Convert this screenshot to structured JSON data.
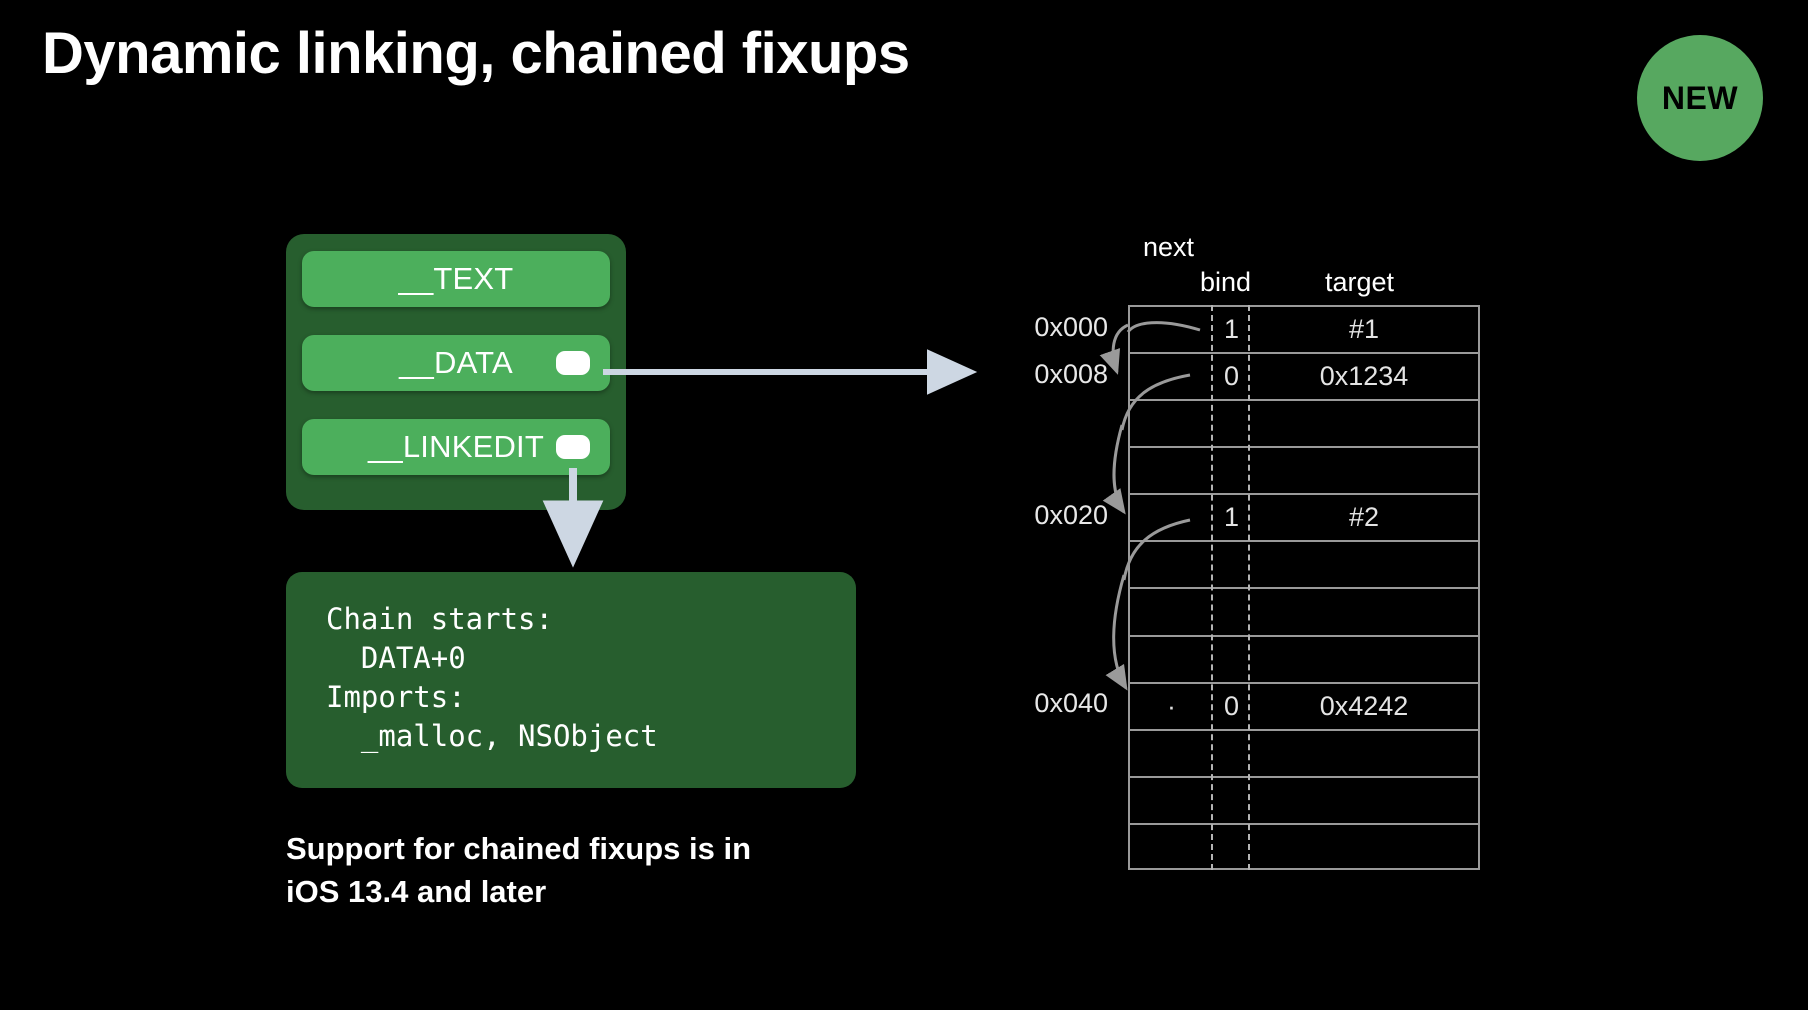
{
  "slide": {
    "title": "Dynamic linking, chained fixups",
    "background_color": "#000000",
    "badge": {
      "label": "NEW",
      "color": "#57A860",
      "text_color": "#000000"
    }
  },
  "segments": {
    "container_color": "#275E2E",
    "row_color": "#4CAF5C",
    "items": [
      {
        "label": "__TEXT",
        "has_connector": false
      },
      {
        "label": "__DATA",
        "has_connector": true
      },
      {
        "label": "__LINKEDIT",
        "has_connector": true
      }
    ]
  },
  "code_block": {
    "lines": [
      "Chain starts:",
      "  DATA+0",
      "Imports:",
      "  _malloc, NSObject"
    ]
  },
  "caption": {
    "line1": "Support for chained fixups is in",
    "line2": "iOS 13.4 and later"
  },
  "fixup_table": {
    "headers": {
      "next": "next",
      "bind": "bind",
      "target": "target"
    },
    "addresses": [
      {
        "label": "0x000",
        "row": 0
      },
      {
        "label": "0x008",
        "row": 1
      },
      {
        "label": "0x020",
        "row": 4
      },
      {
        "label": "0x040",
        "row": 8
      }
    ],
    "rows": [
      {
        "next": "",
        "bind": "1",
        "target": "#1"
      },
      {
        "next": "",
        "bind": "0",
        "target": "0x1234"
      },
      {
        "next": "",
        "bind": "",
        "target": ""
      },
      {
        "next": "",
        "bind": "",
        "target": ""
      },
      {
        "next": "",
        "bind": "1",
        "target": "#2"
      },
      {
        "next": "",
        "bind": "",
        "target": ""
      },
      {
        "next": "",
        "bind": "",
        "target": ""
      },
      {
        "next": "",
        "bind": "",
        "target": ""
      },
      {
        "next": "·",
        "bind": "0",
        "target": "0x4242"
      },
      {
        "next": "",
        "bind": "",
        "target": ""
      },
      {
        "next": "",
        "bind": "",
        "target": ""
      },
      {
        "next": "",
        "bind": "",
        "target": ""
      }
    ]
  }
}
